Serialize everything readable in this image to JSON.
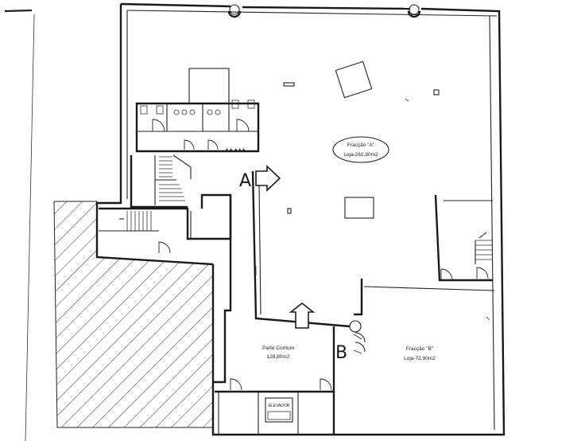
{
  "labels": {
    "fracao_a_line1": "Fracção \"A\"",
    "fracao_a_line2": "Loja-262,80m2",
    "fracao_b_line1": "Fracção \"B\"",
    "fracao_b_line2": "Loja-72,90m2",
    "parte_comum_line1": "Parte Comum",
    "parte_comum_line2": "128,80m2",
    "elevador": "ELEVADOR",
    "letter_a": "A",
    "letter_b": "B"
  },
  "colors": {
    "ink": "#1a1a1a",
    "paper": "#ffffff"
  }
}
